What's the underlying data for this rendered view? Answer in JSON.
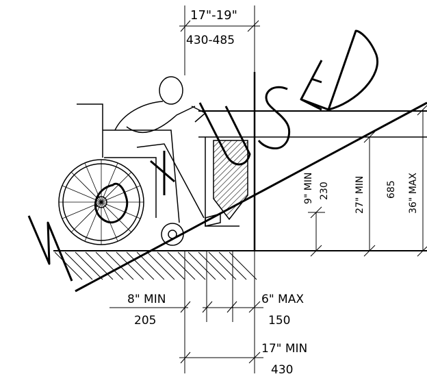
{
  "dimensions": {
    "top_in": "17\"-19\"",
    "top_mm": "430-485",
    "toe_in": "9\" MIN",
    "toe_mm": "230",
    "knee_in": "27\" MIN",
    "knee_mm": "685",
    "max_in": "36\" MAX",
    "knee_depth_in": "8\" MIN",
    "knee_depth_mm": "205",
    "toe_depth_in": "6\" MAX",
    "toe_depth_mm": "150",
    "depth_in": "17\" MIN",
    "depth_mm": "430"
  },
  "stamp": {
    "text": "NOT USED"
  },
  "colors": {
    "line": "#000000",
    "background": "#ffffff"
  }
}
